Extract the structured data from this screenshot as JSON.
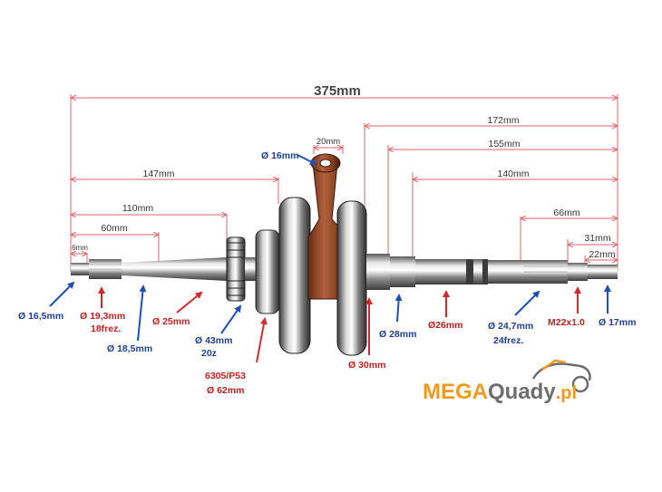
{
  "colors": {
    "dim_line": "#e0626a",
    "blue_arrow": "#1f4fb4",
    "red_arrow": "#d22a2a",
    "blue_text": "#1f3f99",
    "red_text": "#c41f1f",
    "logo_orange": "#f39a1e",
    "logo_gray": "#6d6d6d"
  },
  "dimensions": {
    "overall": "375mm",
    "d172": "172mm",
    "d155": "155mm",
    "d147": "147mm",
    "d140": "140mm",
    "d110": "110mm",
    "d66": "66mm",
    "d60": "60mm",
    "d31": "31mm",
    "d22": "22mm",
    "d20": "20mm",
    "d6": "6mm"
  },
  "callouts": {
    "d16_5": "Ø 16,5mm",
    "d19_3": "Ø 19,3mm",
    "frez18": "18frez.",
    "d18_5": "Ø 18,5mm",
    "d25": "Ø 25mm",
    "d43": "Ø 43mm",
    "z20": "20z",
    "bearing_code": "6305/P53",
    "d62": "Ø 62mm",
    "d16": "Ø 16mm",
    "d30": "Ø 30mm",
    "d28": "Ø 28mm",
    "d26": "Ø26mm",
    "d24_7": "Ø 24,7mm",
    "frez24": "24frez.",
    "thread": "M22x1.0",
    "d17": "Ø 17mm"
  },
  "logo": {
    "part1": "MEGA",
    "part2": "Quady",
    "part3": ".pl"
  }
}
